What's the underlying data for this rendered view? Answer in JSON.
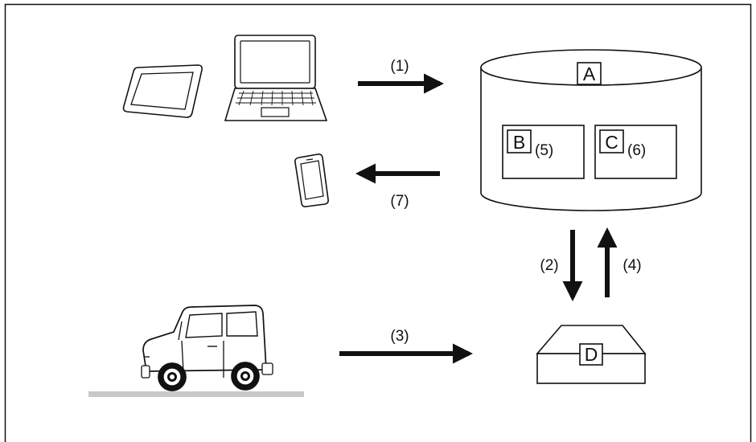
{
  "arrows": [
    {
      "id": "arrow-1",
      "label": "(1)"
    },
    {
      "id": "arrow-2",
      "label": "(2)"
    },
    {
      "id": "arrow-3",
      "label": "(3)"
    },
    {
      "id": "arrow-4",
      "label": "(4)"
    },
    {
      "id": "arrow-7",
      "label": "(7)"
    }
  ],
  "server": {
    "label": "A"
  },
  "modules": [
    {
      "label": "B",
      "step": "(5)"
    },
    {
      "label": "C",
      "step": "(6)"
    }
  ],
  "unit": {
    "label": "D"
  },
  "colors": {
    "stroke": "#111111",
    "ground": "#c8c8c8",
    "background": "#ffffff"
  }
}
